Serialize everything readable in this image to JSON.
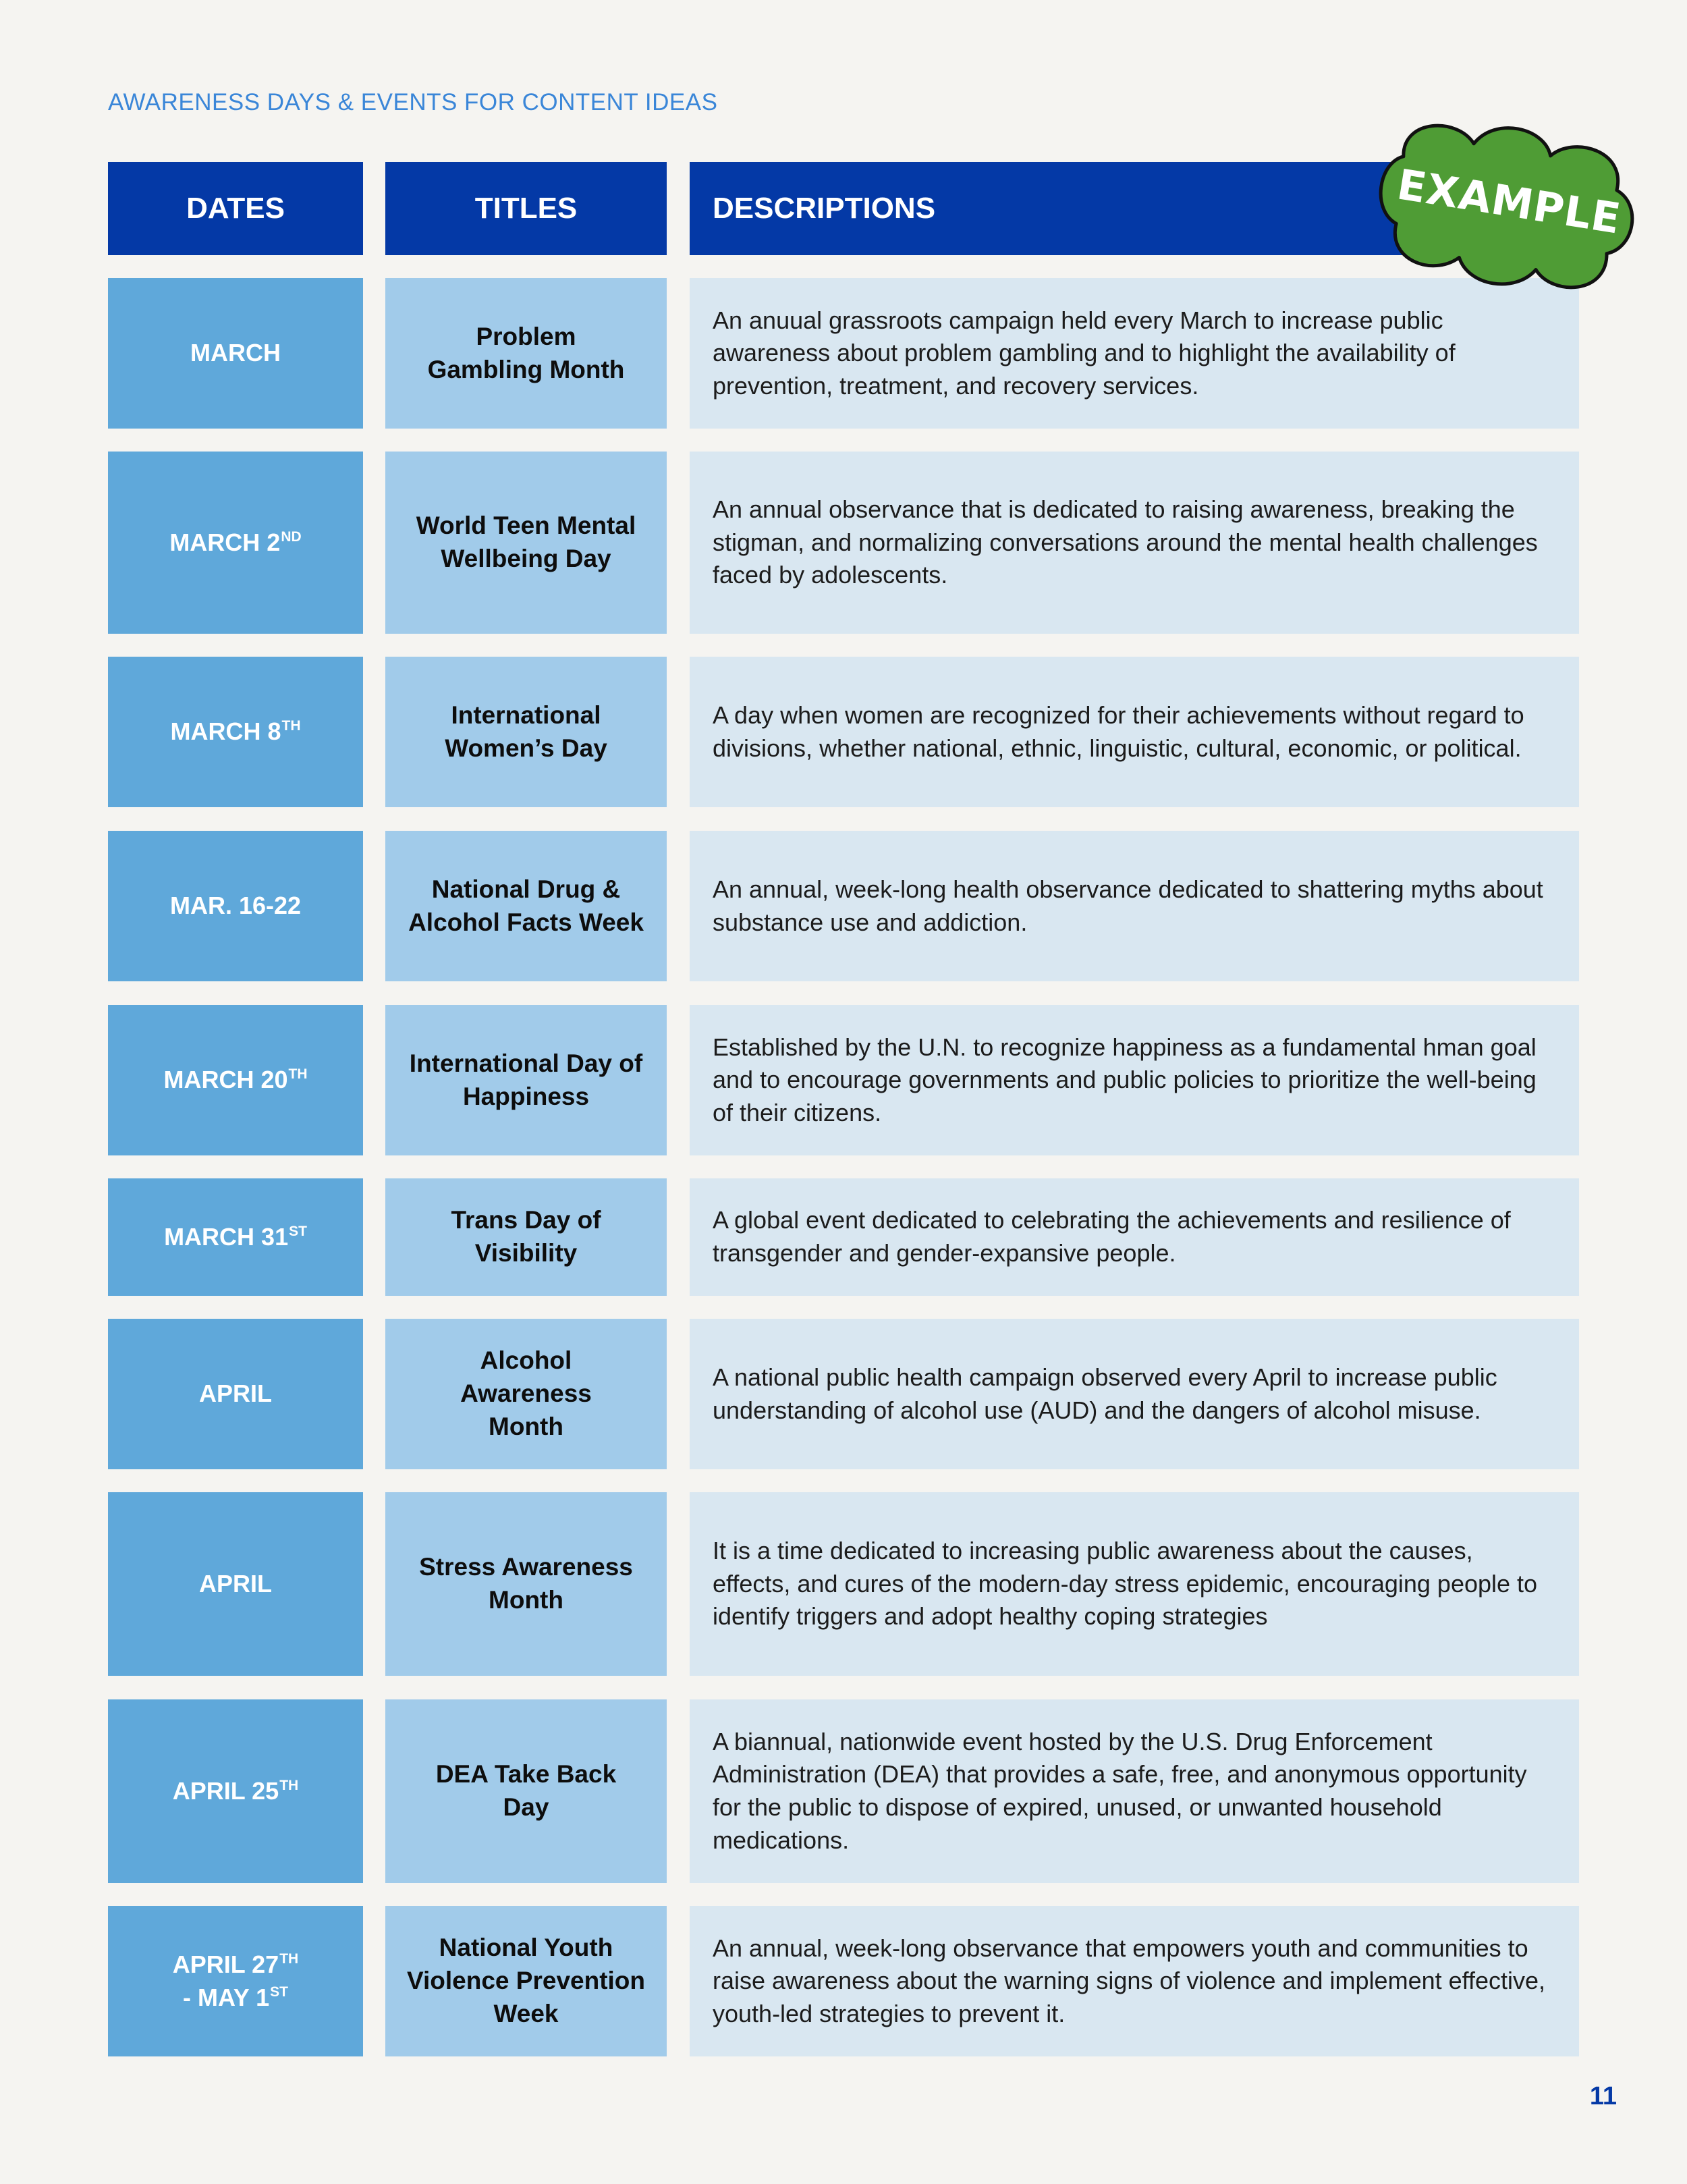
{
  "heading": "AWARENESS DAYS & EVENTS FOR CONTENT IDEAS",
  "columns": {
    "dates": "DATES",
    "titles": "TITLES",
    "descriptions": "DESCRIPTIONS"
  },
  "badge": {
    "label": "EXAMPLE",
    "color": "#4f9c35"
  },
  "rows": [
    {
      "date": "MARCH",
      "title": "Problem Gambling Month",
      "description": "An anuual grassroots campaign held every March to increase public awareness about problem gambling and to highlight the availability of prevention, treatment,  and recovery services."
    },
    {
      "date": "MARCH 2",
      "date_suffix": "ND",
      "title": "World Teen Mental Wellbeing Day",
      "description": "An annual observance that is dedicated to raising awareness, breaking the stigman, and normalizing conversations around the mental health challenges faced by adolescents."
    },
    {
      "date": "MARCH 8",
      "date_suffix": "TH",
      "title": "International Women’s Day",
      "description": "A day when women are recognized for their achievements without regard  to divisions, whether national, ethnic, linguistic, cultural, economic, or political."
    },
    {
      "date": "MAR. 16-22",
      "title": "National Drug & Alcohol Facts Week",
      "description": "An annual, week-long health observance dedicated to shattering myths about substance use and addiction."
    },
    {
      "date": "MARCH 20",
      "date_suffix": "TH",
      "title": "International Day of Happiness",
      "description": "Established by the U.N. to recognize happiness as a fundamental hman goal and to encourage governments and public policies to prioritize the well-being of their citizens."
    },
    {
      "date": "MARCH 31",
      "date_suffix": "ST",
      "title": "Trans Day of Visibility",
      "description": "A global event dedicated to celebrating the achievements and resilience of transgender and gender-expansive people."
    },
    {
      "date": "APRIL",
      "title": "Alcohol Awareness Month",
      "description": "A national public health campaign observed every April to increase public understanding of alcohol use (AUD) and the dangers of alcohol misuse."
    },
    {
      "date": "APRIL",
      "title": "Stress Awareness Month",
      "description": "It is a time dedicated to increasing public awareness about the causes, effects, and cures of the modern-day stress epidemic, encouraging people to identify triggers and adopt healthy coping strategies"
    },
    {
      "date": "APRIL 25",
      "date_suffix": "TH",
      "title": "DEA Take Back Day",
      "description": "A biannual, nationwide event hosted by the U.S. Drug Enforcement Administration (DEA) that provides a safe, free, and anonymous opportunity for the public to dispose of expired, unused, or unwanted household medications."
    },
    {
      "date": "APRIL 27",
      "date_suffix": "TH",
      "date_line2": "- MAY 1",
      "date_line2_suffix": "ST",
      "title": "National Youth Violence Prevention Week",
      "description": "An annual, week-long observance that empowers youth and communities to raise awareness about the warning signs of violence and implement effective, youth-led strategies to prevent it."
    }
  ],
  "page_number": "11"
}
